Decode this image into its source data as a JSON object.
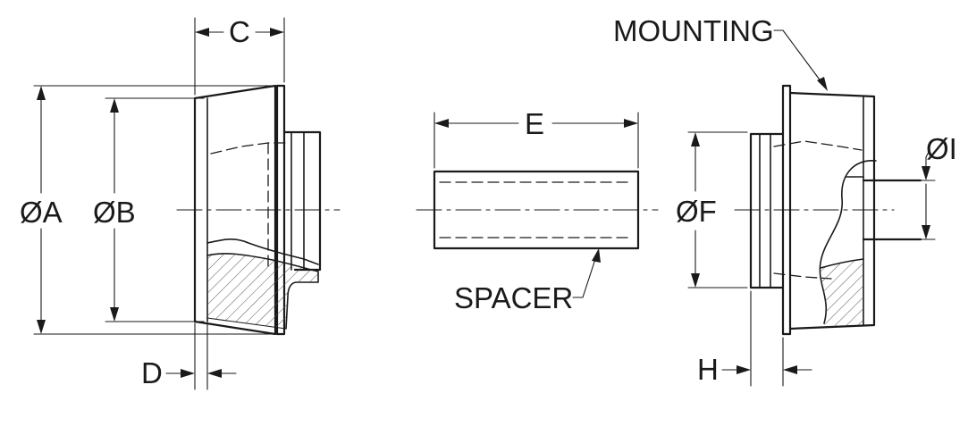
{
  "labels": {
    "dim_a": "ØA",
    "dim_b": "ØB",
    "dim_c": "C",
    "dim_d": "D",
    "dim_e": "E",
    "dim_f": "ØF",
    "dim_h": "H",
    "dim_i": "ØI",
    "spacer": "SPACER",
    "mounting": "MOUNTING"
  }
}
